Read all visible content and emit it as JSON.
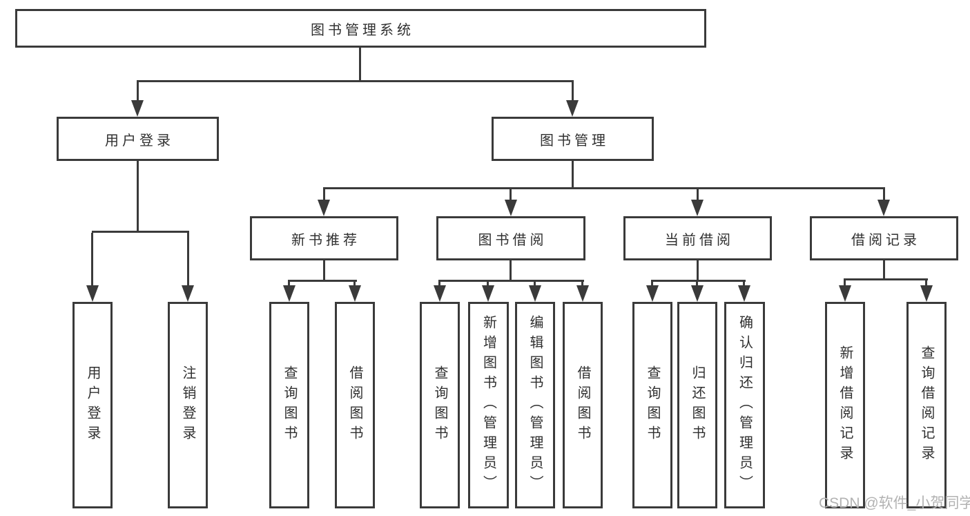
{
  "diagram": {
    "root": "图书管理系统",
    "level2": [
      "用户登录",
      "图书管理"
    ],
    "level3": [
      "新书推荐",
      "图书借阅",
      "当前借阅",
      "借阅记录"
    ],
    "leaves_user_login": [
      "用户登录",
      "注销登录"
    ],
    "leaves_new_books": [
      "查询图书",
      "借阅图书"
    ],
    "leaves_book_borrow": [
      "查询图书",
      "新增图书（管理员）",
      "编辑图书（管理员）",
      "借阅图书"
    ],
    "leaves_current_borrow": [
      "查询图书",
      "归还图书",
      "确认归还（管理员）"
    ],
    "leaves_borrow_records": [
      "新增借阅记录",
      "查询借阅记录"
    ]
  },
  "watermark": {
    "text": "CSDN @软件_小贺同学"
  },
  "colors": {
    "line": "#3a3a3a",
    "text": "#303030",
    "watermark": "#b2b2b2",
    "background": "#ffffff"
  }
}
